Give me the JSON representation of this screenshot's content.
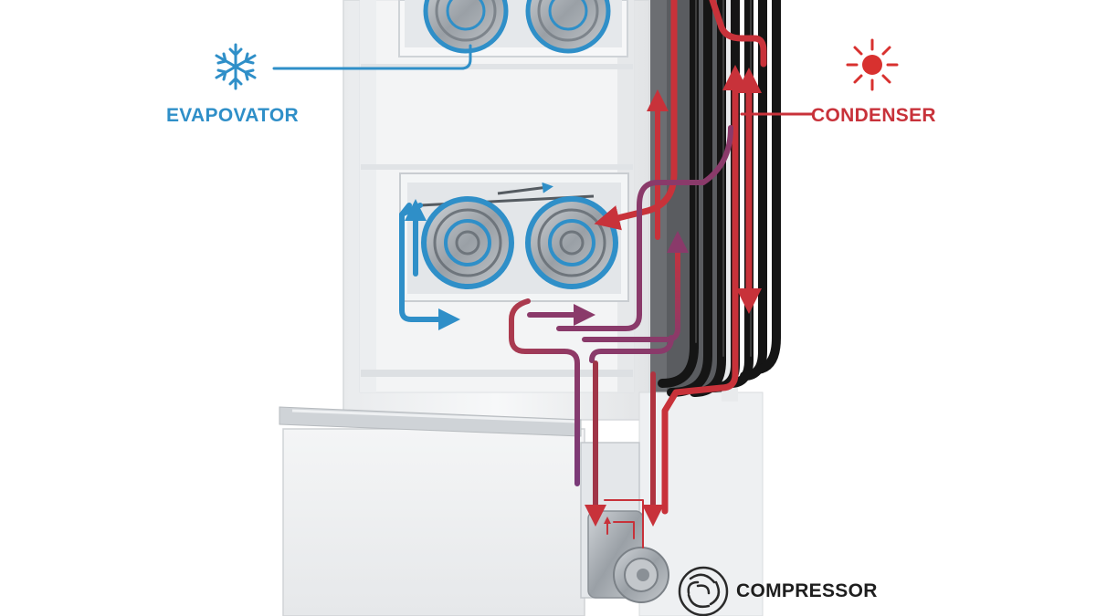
{
  "labels": {
    "evaporator": "EVAPOVATOR",
    "condenser": "CONDENSER",
    "compressor": "COMPRESSOR"
  },
  "icons": {
    "evaporator": "snowflake-icon",
    "condenser": "sun-icon",
    "compressor": "swirl-icon"
  },
  "colors": {
    "cold": "#2f8fc8",
    "hot": "#c8323a",
    "transition": "#8a3a6a",
    "text": "#1e1e1e",
    "condenser_coil": "#151515"
  }
}
